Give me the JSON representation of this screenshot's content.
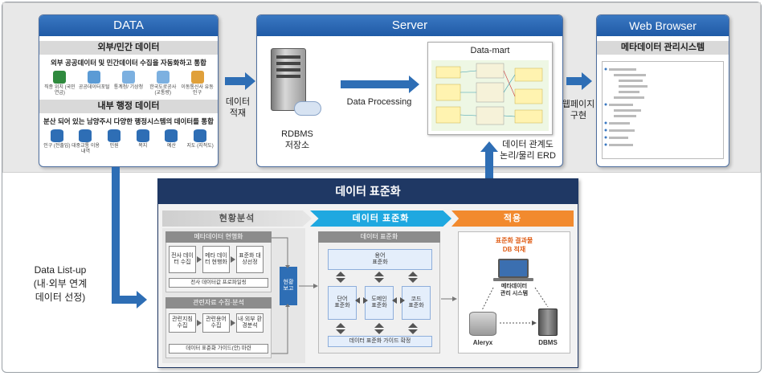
{
  "data_panel": {
    "title": "DATA",
    "external_header": "외부/민간 데이터",
    "external_desc": "외부 공공데이터 및 민간데이터 수집을 자동화하고 통합",
    "external_items": [
      "직종 위치 (국민연금)",
      "공공데이터포털",
      "통계청/ 기상청",
      "한국도로공사 (교통량)",
      "이동통신사 유동인구"
    ],
    "internal_header": "내부 행정 데이터",
    "internal_desc": "분산 되어 있는 남양주시 다양한 행정시스템의 데이터를 통합",
    "internal_items": [
      "인구 (전출입)",
      "대중교통 이용내역",
      "민원",
      "복지",
      "예산",
      "지도 (지적도)"
    ]
  },
  "arrow_labels": {
    "load": "데이터\n적재",
    "processing": "Data Processing",
    "web": "웹페이지\n구현",
    "erd": "데이터 관계도\n논리/물리 ERD",
    "listup": "Data List-up\n(내·외부 연계\n데이터 선정)"
  },
  "server_panel": {
    "title": "Server",
    "rdbms_label": "RDBMS\n저장소",
    "datamart_title": "Data-mart"
  },
  "web_panel": {
    "title": "Web Browser",
    "subtitle": "메타데이터 관리시스템"
  },
  "std_panel": {
    "title": "데이터 표준화",
    "phase1": "현황분석",
    "phase2": "데이터 표준화",
    "phase3": "적용",
    "meta_status_hdr": "메타데이터 현행화",
    "meta_steps": [
      "전사 데이터 수집",
      "메타 데이터 현행화",
      "표준화 대상선정"
    ],
    "profiling": "전사 데이터값 프로파일링",
    "report": "현황\n보고",
    "related_hdr": "관련자료 수집·분석",
    "related_steps": [
      "관련지침 수집",
      "관련용어 수집",
      "내·외부 환경분석"
    ],
    "guide_prepare": "데이터 표준화 가이드(안) 마련",
    "std_hdr": "데이터 표준화",
    "term": "용어\n표준화",
    "std_items": [
      "단어\n표준화",
      "도메인\n표준화",
      "코드\n표준화"
    ],
    "guide_confirm": "데이터 표준화 가이드 확정",
    "apply_title": "표준화 결과물\nDB 적재",
    "meta_system": "메타데이터\n관리 시스템",
    "aleryx": "Aleryx",
    "dbms": "DBMS"
  },
  "colors": {
    "accent_blue": "#2e6eb5",
    "cyan": "#1fa8e0",
    "orange": "#f28a2e",
    "dark_navy": "#1f3864"
  }
}
